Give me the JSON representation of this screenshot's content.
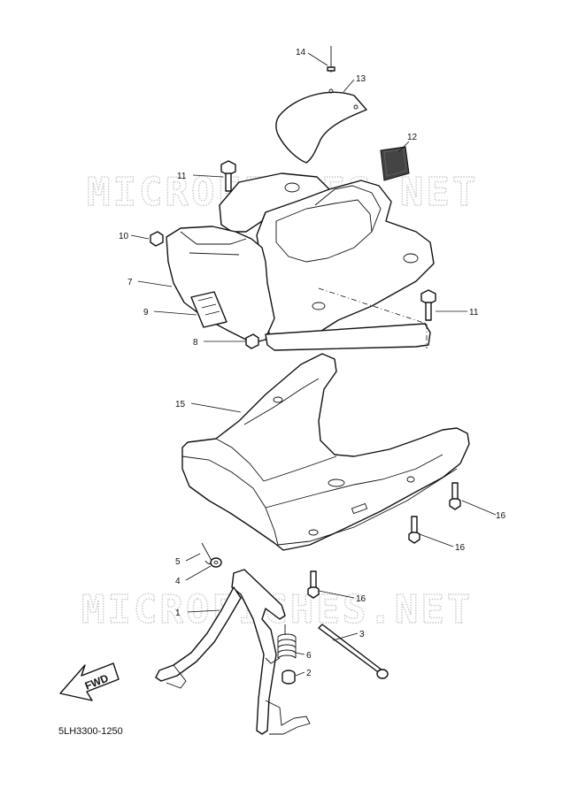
{
  "watermark": "MICROFICHES.NET",
  "diagram_code": "5LH3300-1250",
  "fwd_label": "FWD",
  "callouts": {
    "c1": "1",
    "c2": "2",
    "c3": "3",
    "c4": "4",
    "c5": "5",
    "c6": "6",
    "c7": "7",
    "c8": "8",
    "c9": "9",
    "c10": "10",
    "c11a": "11",
    "c11b": "11",
    "c12": "12",
    "c13": "13",
    "c14": "14",
    "c15": "15",
    "c16a": "16",
    "c16b": "16",
    "c16c": "16"
  }
}
